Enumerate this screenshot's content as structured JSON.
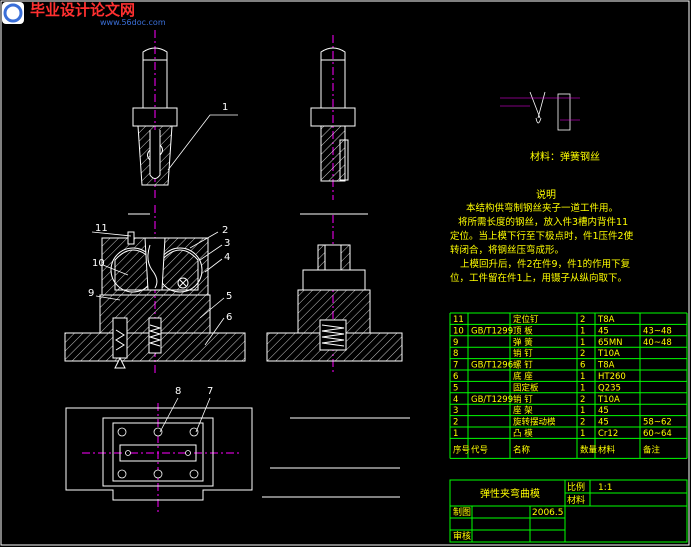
{
  "colors": {
    "background": "#000000",
    "outline": "#ffffff",
    "centerline": "#ff00ff",
    "hatch": "#ffffff",
    "text": "#ffff00",
    "table": "#00ff00",
    "watermark_red": "#ff3030",
    "watermark_blue": "#3a6fd8"
  },
  "callouts": [
    "1",
    "2",
    "3",
    "4",
    "5",
    "6",
    "7",
    "8",
    "9",
    "10",
    "11"
  ],
  "detail_caption": "材料：弹簧钢丝",
  "notes": {
    "heading": "说明",
    "lines": [
      "本结构供弯制钢丝夹子一道工件用。",
      "将所需长度的钢丝，放入件3槽内背件11",
      "定位。当上模下行至下极点时，件1压件2使",
      "转闭合，将钢丝压弯成形。",
      "上模回升后，件2在件9，件1的作用下复",
      "位，工件留在件1上，用镊子从纵向取下。"
    ]
  },
  "bom": {
    "rows": [
      {
        "no": "11",
        "code": "",
        "name": "定位钉",
        "qty": "2",
        "mat": "T8A",
        "note": ""
      },
      {
        "no": "10",
        "code": "GB/T1299",
        "name": "顶 板",
        "qty": "1",
        "mat": "45",
        "note": "43~48"
      },
      {
        "no": "9",
        "code": "",
        "name": "弹 簧",
        "qty": "1",
        "mat": "65MN",
        "note": "40~48"
      },
      {
        "no": "8",
        "code": "",
        "name": "销 钉",
        "qty": "2",
        "mat": "T10A",
        "note": ""
      },
      {
        "no": "7",
        "code": "GB/T1296",
        "name": "螺 钉",
        "qty": "6",
        "mat": "T8A",
        "note": ""
      },
      {
        "no": "6",
        "code": "",
        "name": "底 座",
        "qty": "1",
        "mat": "HT260",
        "note": ""
      },
      {
        "no": "5",
        "code": "",
        "name": "固定板",
        "qty": "1",
        "mat": "Q235",
        "note": ""
      },
      {
        "no": "4",
        "code": "GB/T1299",
        "name": "销 钉",
        "qty": "2",
        "mat": "T10A",
        "note": ""
      },
      {
        "no": "3",
        "code": "",
        "name": "座 架",
        "qty": "1",
        "mat": "45",
        "note": ""
      },
      {
        "no": "2",
        "code": "",
        "name": "旋转摆动模",
        "qty": "2",
        "mat": "45",
        "note": "58~62"
      },
      {
        "no": "1",
        "code": "",
        "name": "凸 模",
        "qty": "1",
        "mat": "Cr12",
        "note": "60~64"
      }
    ],
    "header": {
      "no": "序号",
      "code": "代号",
      "name": "名称",
      "qty": "数量",
      "mat": "材料",
      "note": "备注"
    }
  },
  "title_block": {
    "title": "弹性夹弯曲模",
    "scale_label": "比例",
    "scale_value": "1:1",
    "material_label": "材料",
    "drawn_label": "制图",
    "drawn_date": "2006.5",
    "check_label": "审核"
  },
  "watermark": {
    "text": "毕业设计论文网",
    "url": "www.56doc.com"
  }
}
